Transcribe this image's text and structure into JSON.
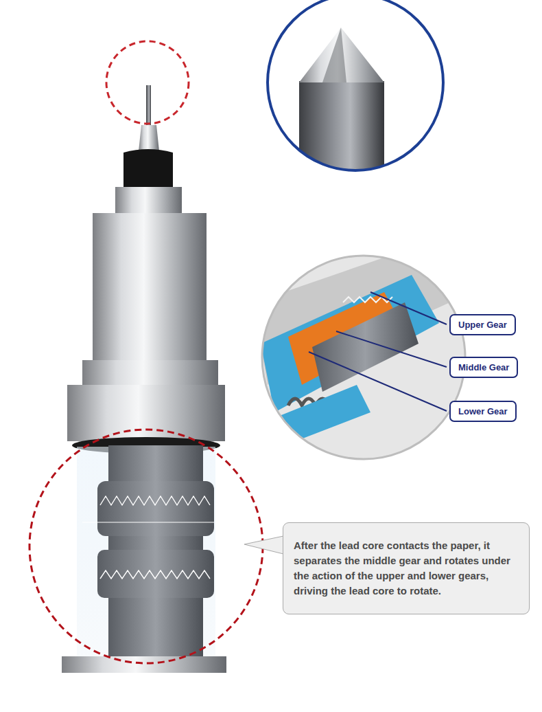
{
  "diagram": {
    "nodes": [
      {
        "text": [
          "Upper Gear"
        ]
      },
      {
        "text": [
          "Middle Gear"
        ]
      },
      {
        "text": [
          "Lower Gear"
        ]
      },
      {
        "text": [
          "After the lead core contacts the paper, it separates the middle gear and rotates under the action of the upper and lower gears, driving the lead core to rotate."
        ]
      }
    ]
  }
}
